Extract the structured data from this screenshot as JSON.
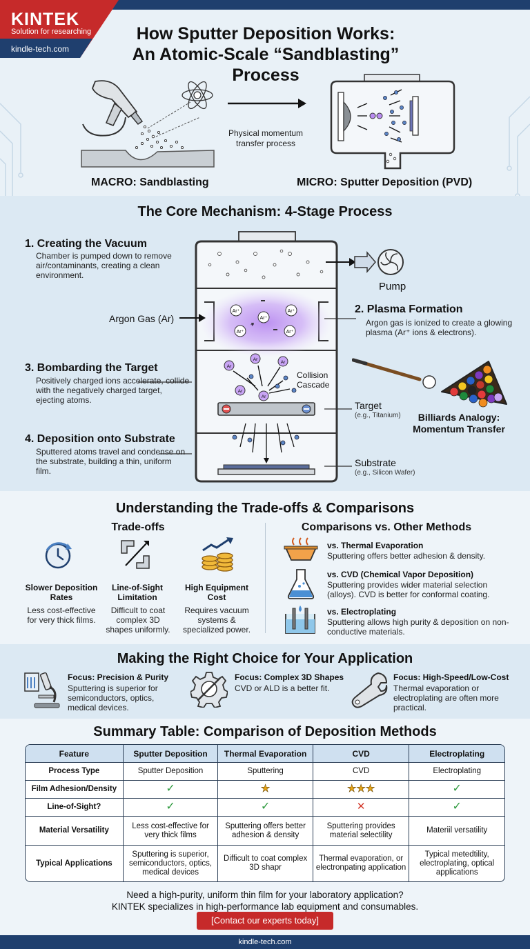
{
  "brand": {
    "name": "KINTEK",
    "tagline": "Solution for researching",
    "url": "kindle-tech.com"
  },
  "title": {
    "line1": "How Sputter Deposition Works:",
    "line2": "An Atomic-Scale “Sandblasting” Process"
  },
  "intro": {
    "macro_caption": "MACRO: Sandblasting",
    "micro_caption": "MICRO: Sputter Deposition (PVD)",
    "arrow_label": "Physical momentum transfer process"
  },
  "core": {
    "title": "The Core Mechanism: 4-Stage Process",
    "stages": [
      {
        "title": "1. Creating the Vacuum",
        "desc": "Chamber is pumped down to remove air/contaminants, creating a clean environment."
      },
      {
        "title": "2. Plasma Formation",
        "desc": "Argon gas is ionized to create a glowing plasma (Ar⁺ ions & electrons)."
      },
      {
        "title": "3. Bombarding the Target",
        "desc": "Positively charged ions accelerate, collide with the negatively charged target, ejecting atoms."
      },
      {
        "title": "4. Deposition onto Substrate",
        "desc": "Sputtered atoms travel and condense on the substrate, building a thin, uniform film."
      }
    ],
    "labels": {
      "pump": "Pump",
      "argon": "Argon Gas (Ar)",
      "collision": "Collision Cascade",
      "target": "Target",
      "target_eg": "(e.g., Titanium)",
      "substrate": "Substrate",
      "substrate_eg": "(e.g., Silicon Wafer)",
      "billiards": "Billiards Analogy: Momentum Transfer",
      "ion": "Ar⁺"
    }
  },
  "tradeoffs": {
    "title": "Understanding the Trade-offs & Comparisons",
    "left_title": "Trade-offs",
    "items": [
      {
        "name": "Slower Deposition Rates",
        "desc": "Less cost-effective for very thick films."
      },
      {
        "name": "Line-of-Sight Limitation",
        "desc": "Difficult to coat complex 3D shapes uniformly."
      },
      {
        "name": "High Equipment Cost",
        "desc": "Requires vacuum systems & specialized power."
      }
    ],
    "right_title": "Comparisons vs. Other Methods",
    "comparisons": [
      {
        "title": "vs. Thermal Evaporation",
        "desc": "Sputtering offers better adhesion & density."
      },
      {
        "title": "vs. CVD (Chemical Vapor Deposition)",
        "desc": "Sputtering provides wider material selection (alloys). CVD is better for conformal coating."
      },
      {
        "title": "vs. Electroplating",
        "desc": "Sputtering allows high purity & deposition on non-conductive materials."
      }
    ]
  },
  "choice": {
    "title": "Making the Right Choice for Your Application",
    "items": [
      {
        "title": "Focus: Precision & Purity",
        "desc": "Sputtering is superior for semiconductors, optics, medical devices."
      },
      {
        "title": "Focus: Complex 3D Shapes",
        "desc": "CVD or ALD is a better fit."
      },
      {
        "title": "Focus: High-Speed/Low-Cost",
        "desc": "Thermal evaporation or electroplating are often more practical."
      }
    ]
  },
  "summary": {
    "title": "Summary Table: Comparison of Deposition Methods",
    "headers": [
      "Feature",
      "Sputter Deposition",
      "Thermal Evaporation",
      "CVD",
      "Electroplating"
    ],
    "rows": [
      {
        "feature": "Process Type",
        "cells": [
          {
            "text": "Sputter Deposition"
          },
          {
            "text": "Sputtering"
          },
          {
            "text": "CVD"
          },
          {
            "text": "Electroplating"
          }
        ]
      },
      {
        "feature": "Film Adhesion/Density",
        "cells": [
          {
            "mark": "check"
          },
          {
            "mark": "star",
            "count": 1
          },
          {
            "mark": "star",
            "count": 3
          },
          {
            "mark": "check"
          }
        ]
      },
      {
        "feature": "Line-of-Sight?",
        "cells": [
          {
            "mark": "check"
          },
          {
            "mark": "check"
          },
          {
            "mark": "cross"
          },
          {
            "mark": "check"
          }
        ]
      },
      {
        "feature": "Material Versatility",
        "cells": [
          {
            "text": "Less cost-effective for very thick films"
          },
          {
            "text": "Sputtering offers better adhesion & density"
          },
          {
            "text": "Sputtering provides material selectility"
          },
          {
            "text": "Materiil versatility"
          }
        ]
      },
      {
        "feature": "Typical Applications",
        "cells": [
          {
            "text": "Sputtering is superior, semiconductors, optics, medical devices"
          },
          {
            "text": "Difficult to coat complex 3D shapr"
          },
          {
            "text": "Thermal evaporation, or electronpating application"
          },
          {
            "text": "Typical metedtility, electroplating, optical applications"
          }
        ]
      }
    ]
  },
  "cta": {
    "line1": "Need a high-purity, uniform thin film for your laboratory application?",
    "line2": "KINTEK specializes in high-performance lab equipment and consumables.",
    "button": "[Contact our experts today]"
  },
  "footer": {
    "url": "kindle-tech.com"
  },
  "colors": {
    "brand_red": "#c62a2a",
    "navy": "#1f3f6e",
    "plasma": "#b98cf0",
    "check": "#2e9a3e",
    "cross": "#d33a2c",
    "star": "#e8a516"
  }
}
